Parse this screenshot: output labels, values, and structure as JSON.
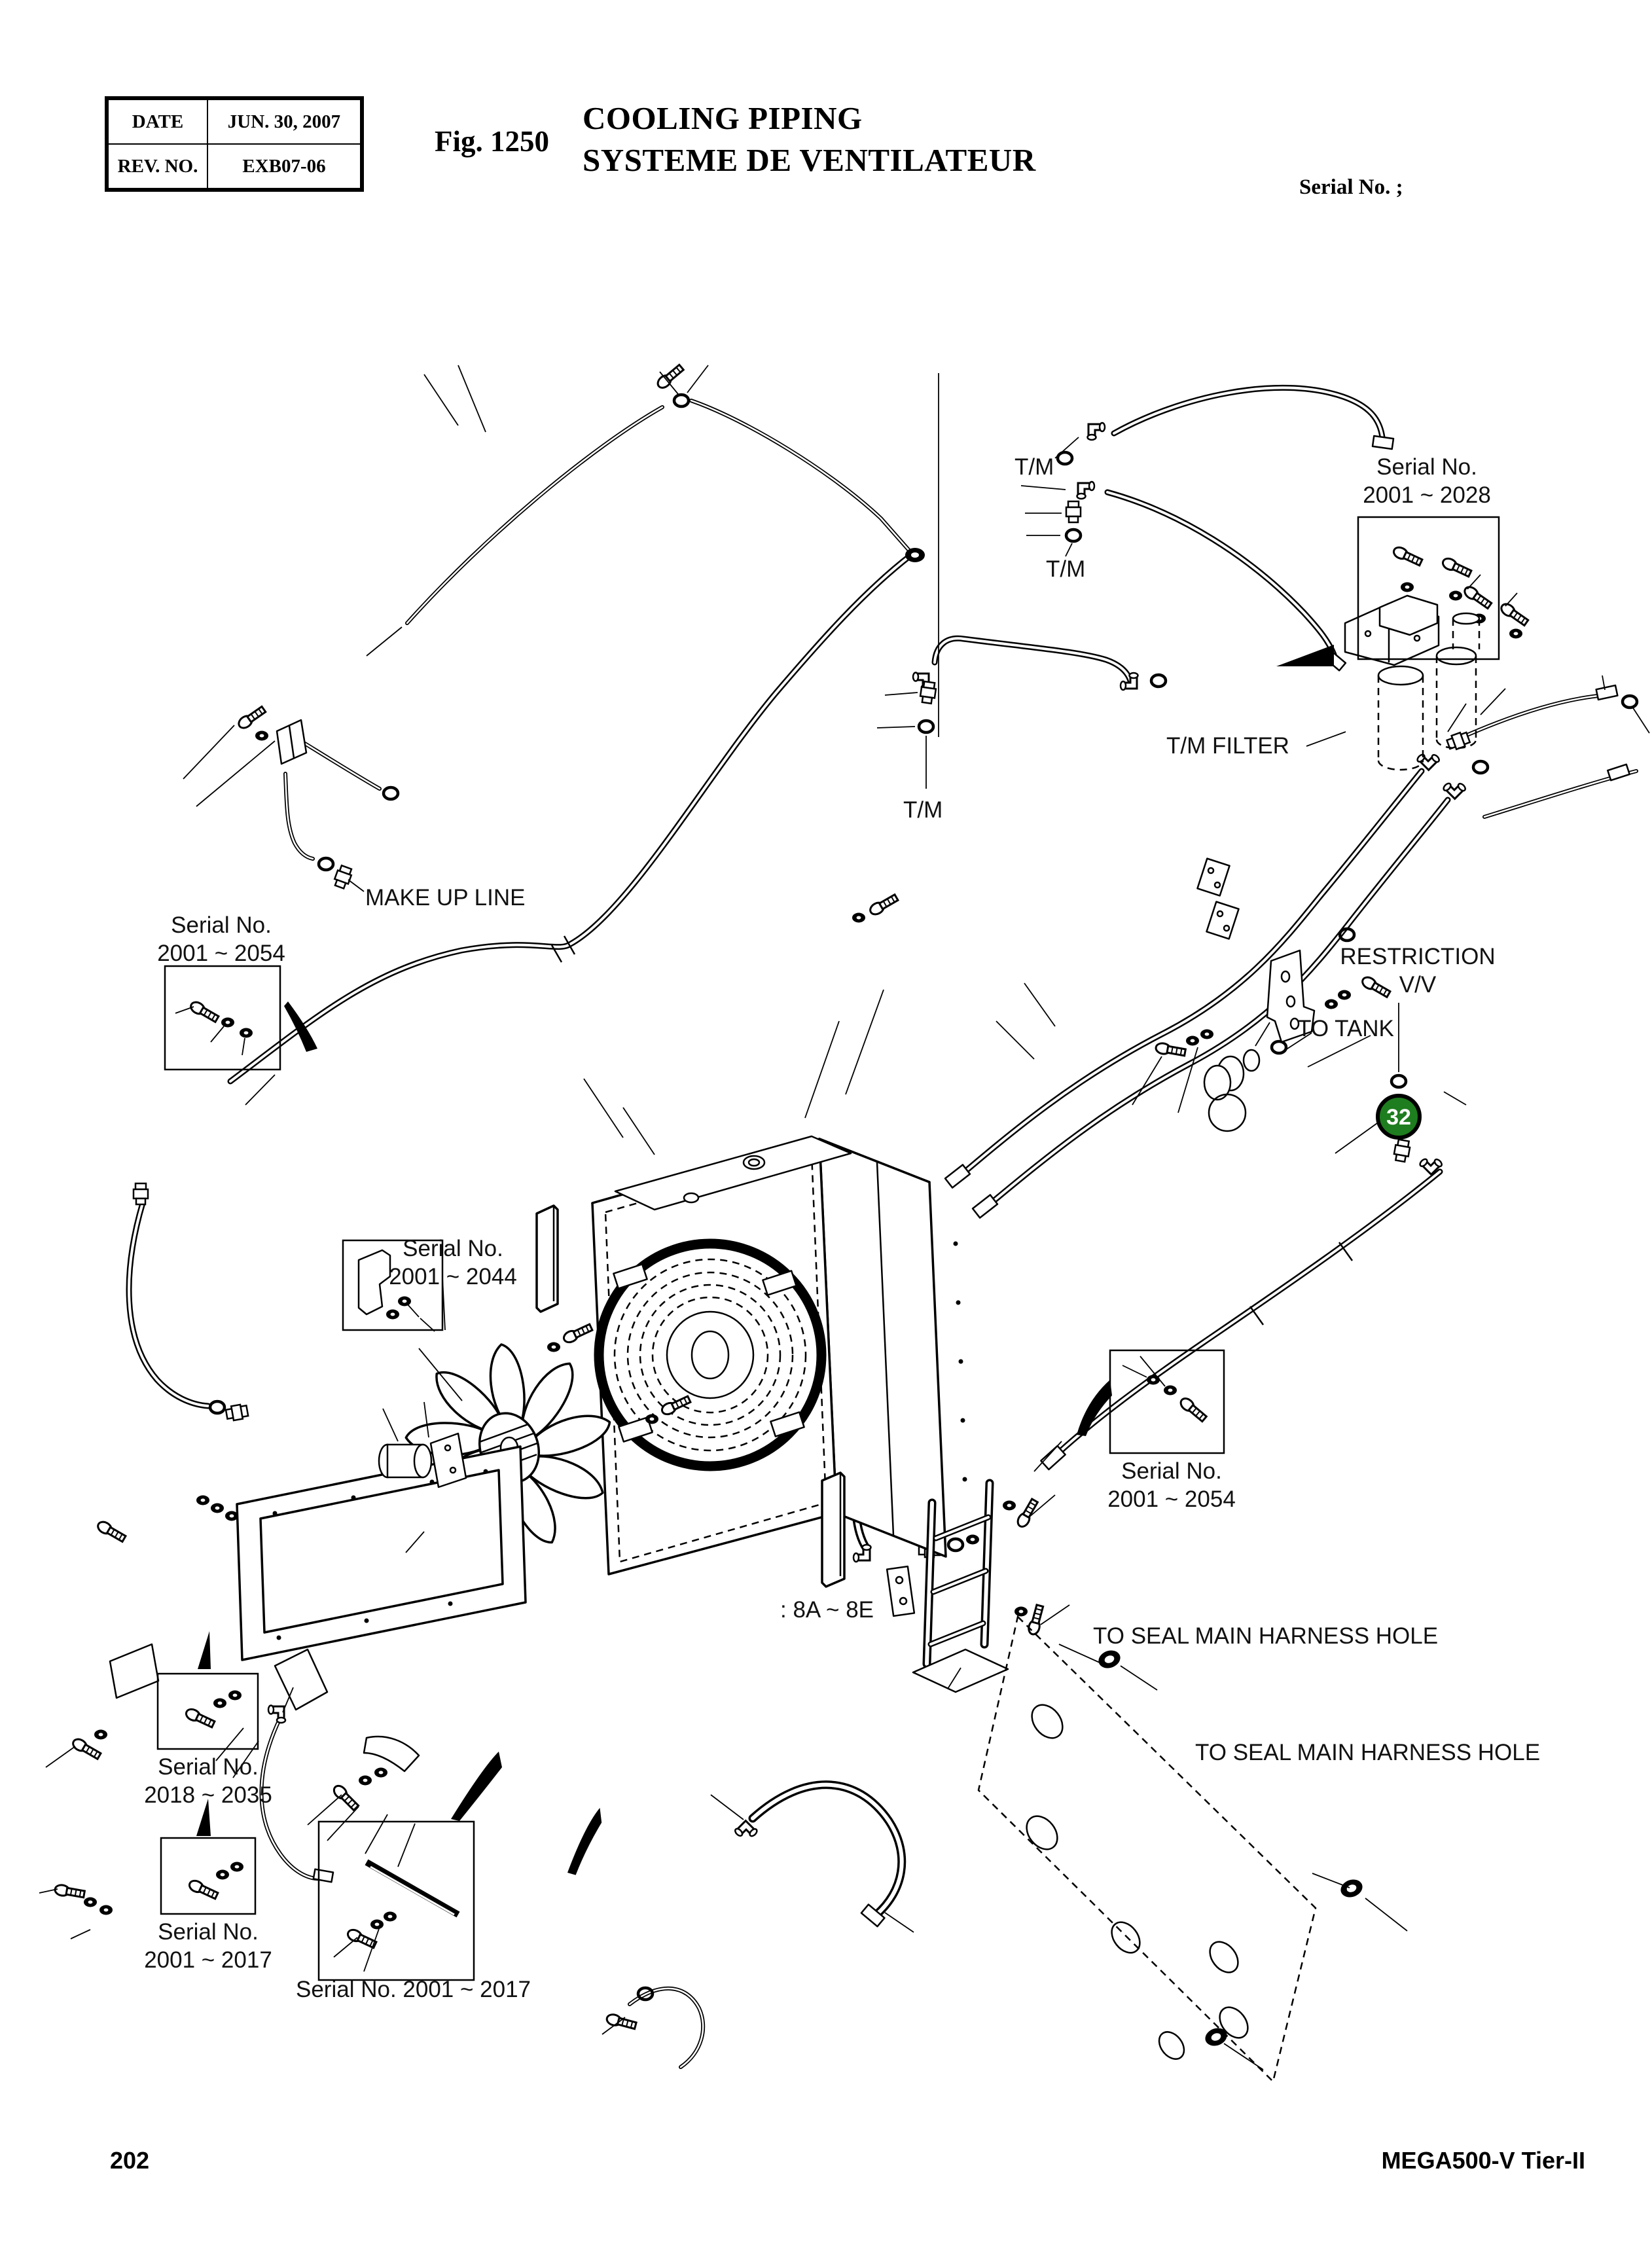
{
  "header": {
    "table": {
      "date_label": "DATE",
      "date_value": "JUN. 30, 2007",
      "rev_label": "REV. NO.",
      "rev_value": "EXB07-06"
    },
    "fig_label": "Fig. 1250",
    "title_en": "COOLING PIPING",
    "title_fr": "SYSTEME DE VENTILATEUR",
    "serial_note": "Serial No. ;"
  },
  "footer": {
    "page_number": "202",
    "model": "MEGA500-V Tier-II"
  },
  "badge": {
    "number": "32",
    "color": "#1e7d1e"
  },
  "annotations": {
    "tm_top": "T/M",
    "tm_mid": "T/M",
    "tm_low": "T/M",
    "tm_filter": "T/M FILTER",
    "make_up_line": "MAKE UP LINE",
    "restriction_line1": "RESTRICTION",
    "restriction_line2": "V/V",
    "to_tank": "TO TANK",
    "range_8a_8e": ": 8A ~ 8E",
    "to_seal_1": "TO SEAL MAIN HARNESS HOLE",
    "to_seal_2": "TO SEAL MAIN HARNESS HOLE",
    "serial_2028": {
      "line1": "Serial No.",
      "line2": "2001 ~ 2028"
    },
    "serial_2054_left": {
      "line1": "Serial No.",
      "line2": "2001 ~ 2054"
    },
    "serial_2044": {
      "line1": "Serial No.",
      "line2": "2001 ~ 2044"
    },
    "serial_2054_right": {
      "line1": "Serial No.",
      "line2": "2001 ~ 2054"
    },
    "serial_2018_2035": {
      "line1": "Serial No.",
      "line2": "2018 ~ 2035"
    },
    "serial_2001_2017_left": {
      "line1": "Serial No.",
      "line2": "2001 ~ 2017"
    },
    "serial_2001_2017_bottom": "Serial No. 2001 ~ 2017"
  }
}
